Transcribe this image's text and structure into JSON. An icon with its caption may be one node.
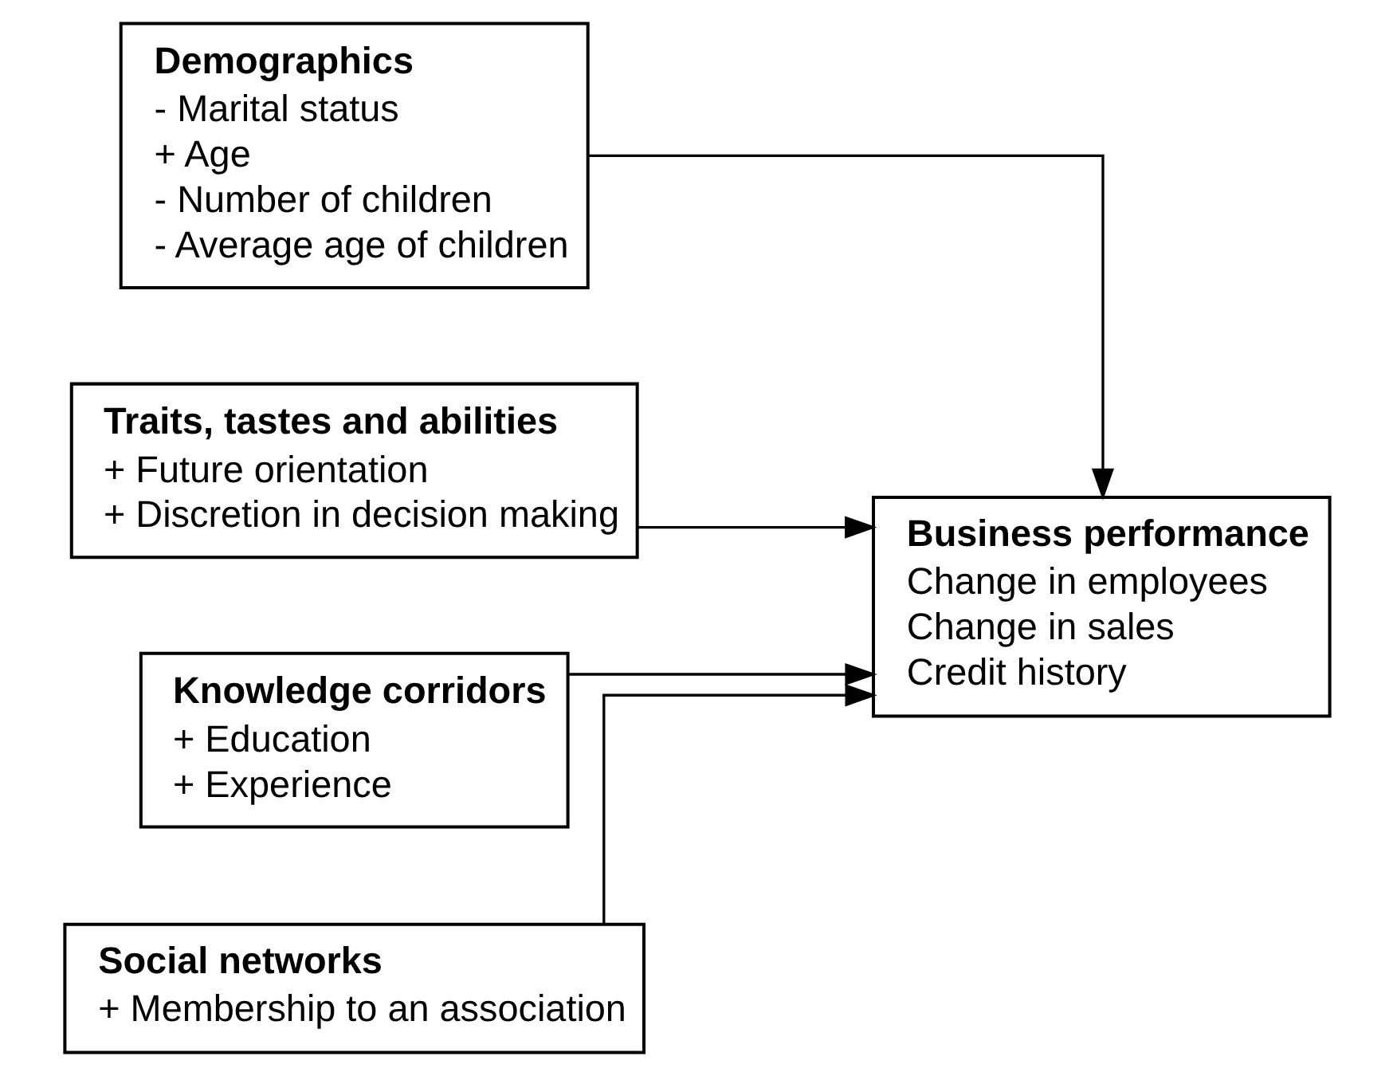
{
  "diagram": {
    "nodes": [
      {
        "text": [
          "Demographics",
          "- Marital status",
          "+ Age",
          "- Number of children",
          "- Average age of children"
        ]
      },
      {
        "text": [
          "Traits, tastes and abilities",
          "+ Future orientation",
          "+ Discretion in decision making"
        ]
      },
      {
        "text": [
          "Knowledge corridors",
          "+ Education",
          "+ Experience"
        ]
      },
      {
        "text": [
          "Social networks",
          "+ Membership to an association"
        ]
      },
      {
        "text": [
          "Business performance",
          "Change in employees",
          "Change in sales",
          "Credit history"
        ]
      }
    ],
    "edges": [
      {
        "from": 0,
        "to": 4,
        "arrow": "to"
      },
      {
        "from": 1,
        "to": 4,
        "arrow": "to"
      },
      {
        "from": 2,
        "to": 4,
        "arrow": "to"
      },
      {
        "from": 3,
        "to": 4,
        "arrow": "to"
      }
    ]
  }
}
